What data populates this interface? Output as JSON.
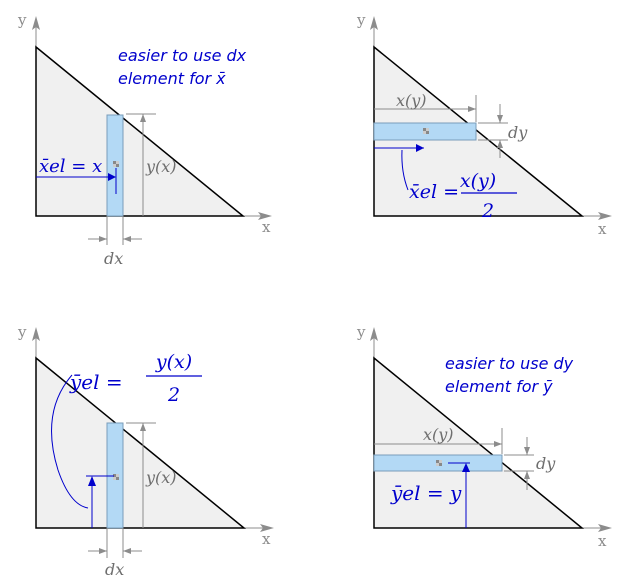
{
  "axes": {
    "x_label": "x",
    "y_label": "y"
  },
  "panel_tl": {
    "note_line1": "easier to use dx",
    "note_line2": "element for x̄",
    "height_label": "y(x)",
    "width_label": "dx",
    "centroid_label": "x̄el = x"
  },
  "panel_tr": {
    "length_label": "x(y)",
    "thickness_label": "dy",
    "centroid_lhs": "x̄el =",
    "centroid_num": "x(y)",
    "centroid_den": "2"
  },
  "panel_bl": {
    "centroid_lhs": "ȳel =",
    "centroid_num": "y(x)",
    "centroid_den": "2",
    "height_label": "y(x)",
    "width_label": "dx"
  },
  "panel_br": {
    "note_line1": "easier to use dy",
    "note_line2": "element for ȳ",
    "length_label": "x(y)",
    "thickness_label": "dy",
    "centroid_label": "ȳel = y"
  },
  "colors": {
    "strip": "#b3d9f5",
    "triangle": "#f0f0f0",
    "annotation": "#0000cc",
    "dimension": "#8c8c8c"
  }
}
